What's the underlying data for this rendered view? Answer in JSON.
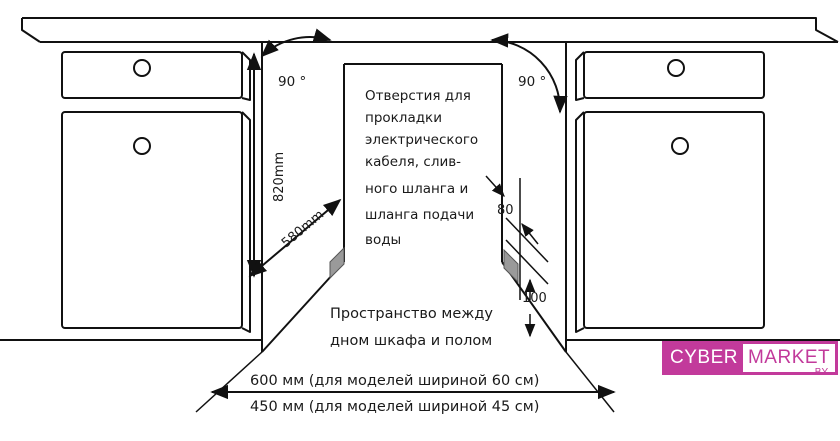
{
  "labels": {
    "angle_left": "90 °",
    "angle_right": "90 °",
    "height": "820mm",
    "depth": "580mm",
    "holes_lines": [
      "Отверстия для",
      "прокладки",
      "электрического",
      "кабеля, слив-",
      "ного шланга и",
      "шланга подачи",
      "воды"
    ],
    "dim_80": "80",
    "dim_100": "100",
    "gap_lines": [
      "Пространство между",
      "дном шкафа и полом"
    ],
    "width_600": "600 мм (для моделей шириной 60 см)",
    "width_450": "450 мм (для моделей шириной 45 см)"
  },
  "logo": {
    "part1": "CYBER",
    "part2": "MARKET",
    "suffix": ".BY",
    "color": "#c23a9b"
  }
}
